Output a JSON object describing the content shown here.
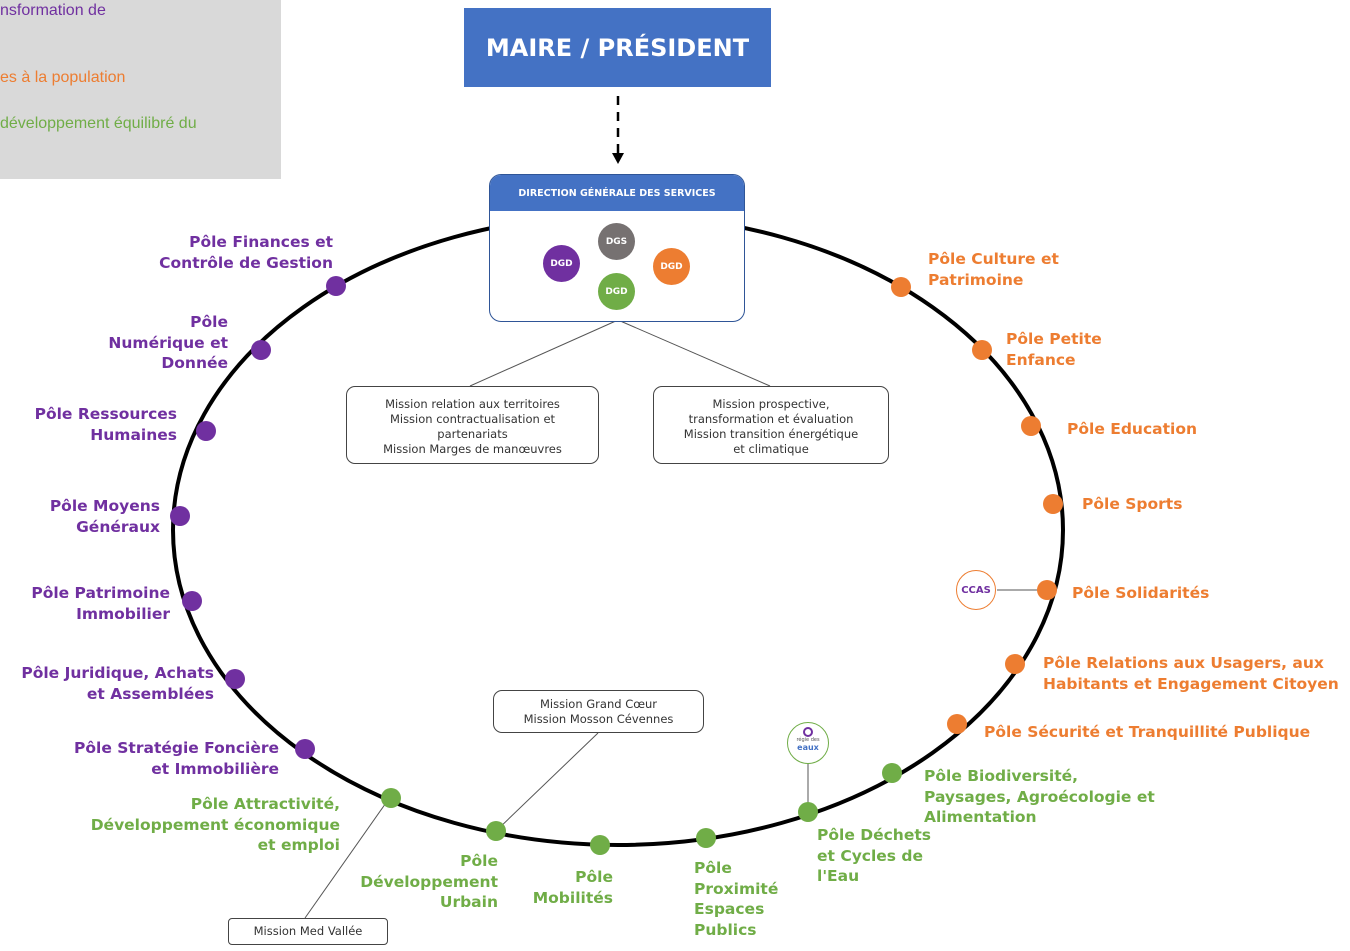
{
  "legend": {
    "line1": "nsformation de",
    "line2": "es à la population",
    "line3": "développement équilibré du"
  },
  "header": {
    "title": "MAIRE / PRÉSIDENT"
  },
  "dgs_box": {
    "title": "DIRECTION GÉNÉRALE DES SERVICES",
    "dgs": "DGS",
    "dgd_purple": "DGD",
    "dgd_orange": "DGD",
    "dgd_green": "DGD"
  },
  "missions": {
    "left": [
      "Mission relation aux territoires",
      "Mission contractualisation et",
      "partenariats",
      "Mission Marges de manœuvres"
    ],
    "right": [
      "Mission prospective,",
      "transformation et évaluation",
      "Mission transition énergétique",
      "et climatique"
    ],
    "grand_coeur": [
      "Mission Grand Cœur",
      "Mission Mosson Cévennes"
    ],
    "med_vallee": "Mission Med Vallée"
  },
  "poles": {
    "finances": [
      "Pôle Finances et",
      "Contrôle de Gestion"
    ],
    "numerique": [
      "Pôle",
      "Numérique et",
      "Donnée"
    ],
    "rh": [
      "Pôle Ressources",
      "Humaines"
    ],
    "moyens": [
      "Pôle Moyens",
      "Généraux"
    ],
    "patrimoine": [
      "Pôle Patrimoine",
      "Immobilier"
    ],
    "juridique": [
      "Pôle Juridique, Achats",
      "et Assemblées"
    ],
    "strategie": [
      "Pôle Stratégie Foncière",
      "et Immobilière"
    ],
    "attractivite": [
      "Pôle Attractivité,",
      "Développement économique",
      "et emploi"
    ],
    "dev_urbain": [
      "Pôle",
      "Développement",
      "Urbain"
    ],
    "mobilites": [
      "Pôle",
      "Mobilités"
    ],
    "proximite": [
      "Pôle",
      "Proximité",
      "Espaces",
      "Publics"
    ],
    "dechets": [
      "Pôle Déchets",
      "et Cycles de",
      "l'Eau"
    ],
    "biodiversite": [
      "Pôle Biodiversité,",
      "Paysages, Agroécologie et",
      "Alimentation"
    ],
    "securite": [
      "Pôle Sécurité et Tranquillité Publique"
    ],
    "relations": [
      "Pôle Relations aux Usagers, aux",
      "Habitants et Engagement Citoyen"
    ],
    "solidarites": [
      "Pôle Solidarités"
    ],
    "sports": [
      "Pôle Sports"
    ],
    "education": [
      "Pôle Education"
    ],
    "petite_enfance": [
      "Pôle Petite",
      "Enfance"
    ],
    "culture": [
      "Pôle Culture et",
      "Patrimoine"
    ]
  },
  "logos": {
    "ccas": "CCAS",
    "eaux": [
      "régie des",
      "eaux"
    ]
  },
  "colors": {
    "purple": "#7030a0",
    "orange": "#ed7d31",
    "green": "#70ad47",
    "blue": "#4472c4",
    "grey": "#767171"
  }
}
